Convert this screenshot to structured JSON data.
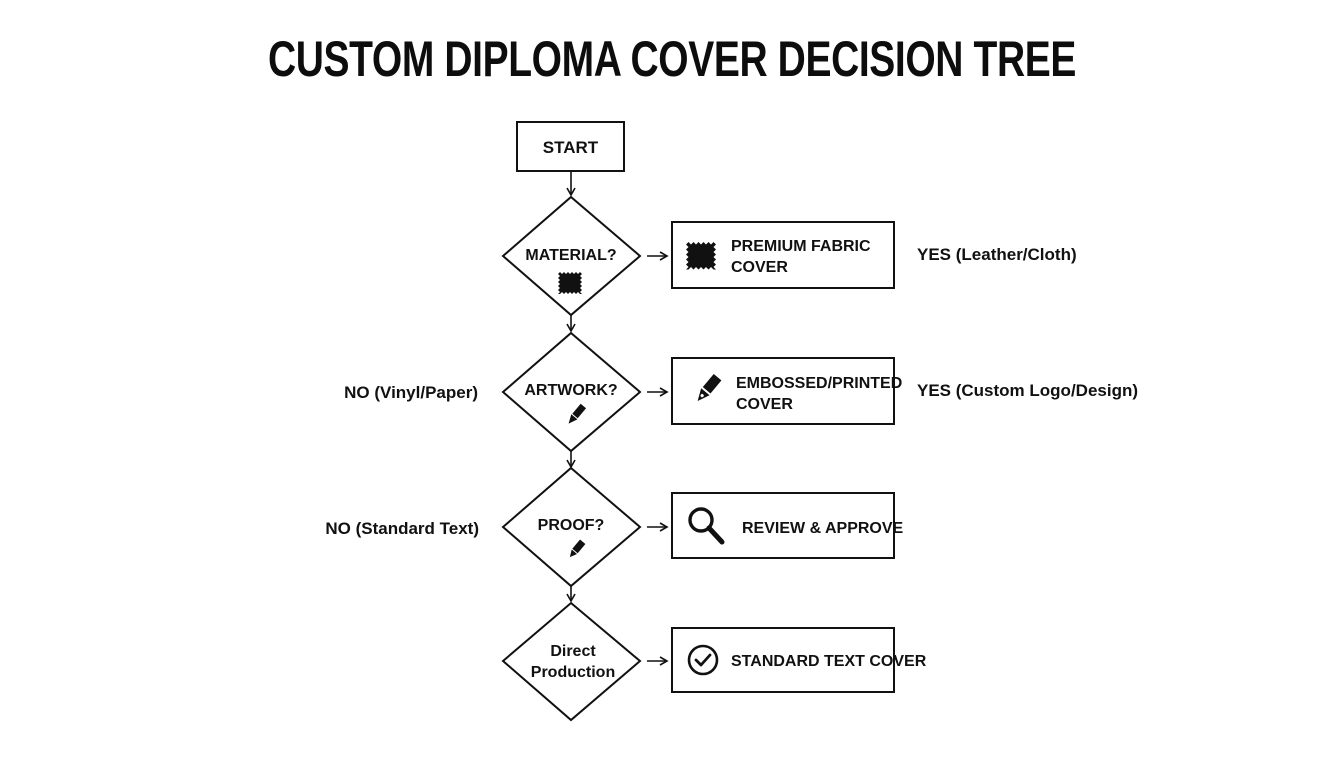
{
  "title": "CUSTOM DIPLOMA COVER DECISION TREE",
  "nodes": {
    "start": "START",
    "material": "MATERIAL?",
    "artwork": "ARTWORK?",
    "proof": "PROOF?",
    "direct_line1": "Direct",
    "direct_line2": "Production"
  },
  "outcomes": {
    "premium_line1": "PREMIUM FABRIC",
    "premium_line2": "COVER",
    "embossed_line1": "EMBOSSED/PRINTED",
    "embossed_line2": "COVER",
    "review": "REVIEW & APPROVE",
    "standard": "STANDARD TEXT COVER"
  },
  "conditions": {
    "material_yes": "YES (Leather/Cloth)",
    "material_no": "NO (Vinyl/Paper)",
    "artwork_yes": "YES (Custom Logo/Design)",
    "artwork_no": "NO (Standard Text)"
  },
  "icons": {
    "material": "fabric-swatch-icon",
    "artwork": "pen-nib-icon",
    "proof": "pencil-icon",
    "premium": "fabric-swatch-icon",
    "embossed": "pen-nib-icon",
    "review": "magnifier-icon",
    "standard": "check-circle-icon"
  },
  "colors": {
    "ink": "#111111",
    "background": "#ffffff"
  }
}
